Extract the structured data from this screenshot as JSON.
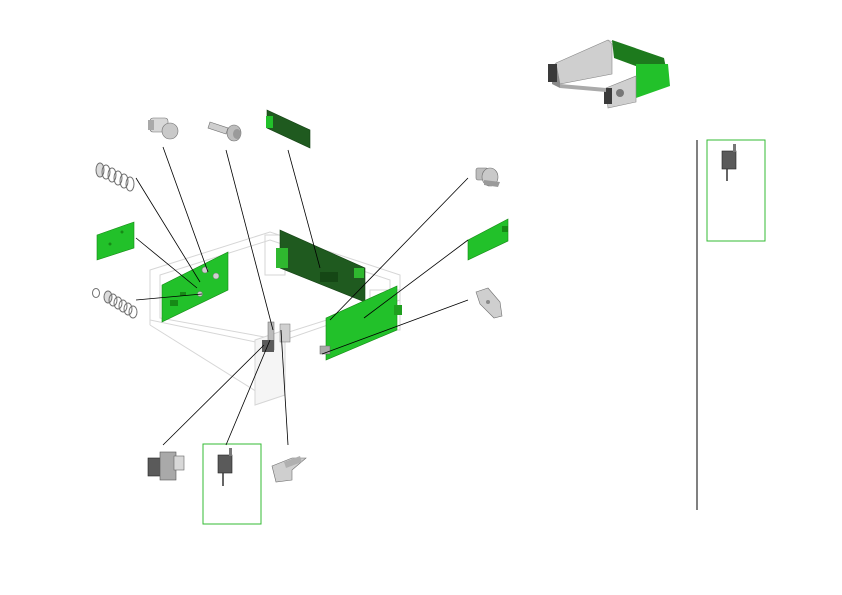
{
  "diagram": {
    "type": "exploded-parts-view",
    "colors": {
      "board_light": "#22c12a",
      "board_dark": "#1f5a1f",
      "board_mid": "#2a8f2a",
      "callout_border": "#33bb33",
      "metal_light": "#d8d8d8",
      "metal_mid": "#a9a9a9",
      "metal_dark": "#6f6f6f",
      "frame_outline": "#d6d6d6",
      "leader_line": "#000000"
    },
    "parts": [
      {
        "name": "shoulder-screw",
        "icon": "shoulder-screw-icon"
      },
      {
        "name": "flange-screw-left",
        "icon": "flange-screw-icon"
      },
      {
        "name": "sensor-board-small",
        "icon": "circuit-board-icon"
      },
      {
        "name": "compression-spring-upper",
        "icon": "spring-icon"
      },
      {
        "name": "pcb-left-small",
        "icon": "circuit-board-icon"
      },
      {
        "name": "washer-ring",
        "icon": "washer-icon"
      },
      {
        "name": "compression-spring-lower",
        "icon": "spring-icon"
      },
      {
        "name": "flange-screw-right",
        "icon": "flange-screw-icon"
      },
      {
        "name": "pcb-right-small",
        "icon": "circuit-board-icon"
      },
      {
        "name": "mounting-bracket",
        "icon": "bracket-icon"
      },
      {
        "name": "connector-block",
        "icon": "connector-icon"
      },
      {
        "name": "photo-sensor",
        "icon": "sensor-icon"
      },
      {
        "name": "clamp-plate",
        "icon": "clamp-icon"
      },
      {
        "name": "chassis-frame",
        "icon": "chassis-icon"
      },
      {
        "name": "reference-assembly",
        "icon": "assembly-icon"
      },
      {
        "name": "detail-sensor",
        "icon": "sensor-icon"
      }
    ]
  }
}
